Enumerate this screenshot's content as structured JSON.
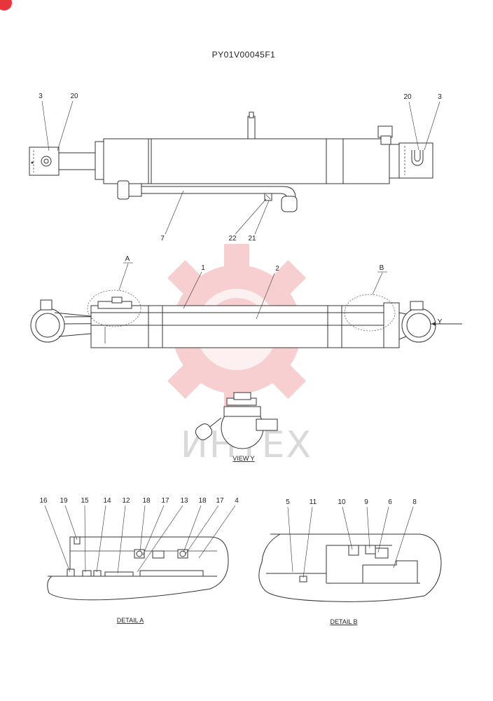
{
  "drawing": {
    "code": "PY01V00045F1",
    "watermark_text": "ИНТЕХ",
    "brand_color": "#e8353b",
    "watermark_color": "#f7c6c8"
  },
  "callouts_top": [
    "3",
    "20",
    "20",
    "3",
    "7",
    "22",
    "21"
  ],
  "callouts_section": [
    "A",
    "1",
    "2",
    "B",
    "Y"
  ],
  "view_y": {
    "caption": "VIEW  Y"
  },
  "detail_a": {
    "caption": "DETAIL  A",
    "callouts": [
      "16",
      "19",
      "15",
      "14",
      "12",
      "18",
      "17",
      "13",
      "18",
      "17",
      "4"
    ]
  },
  "detail_b": {
    "caption": "DETAIL  B",
    "callouts": [
      "5",
      "11",
      "10",
      "9",
      "6",
      "8"
    ]
  }
}
